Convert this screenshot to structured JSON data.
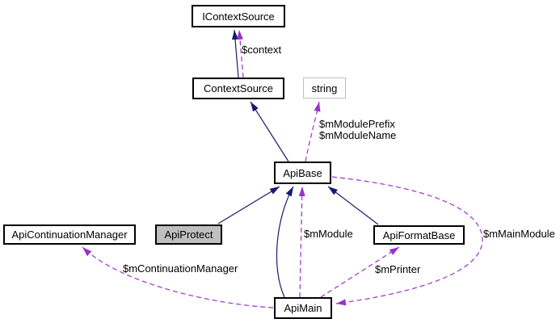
{
  "diagram": {
    "type": "uml-collaboration-graph",
    "background": "#ffffff",
    "colors": {
      "inheritance": "#191970",
      "usage": "#9a32cd",
      "node_border": "#000000",
      "node_fill": "#ffffff",
      "selected_fill": "#bfbfbf",
      "external_border": "#bebebe",
      "text": "#000000"
    },
    "nodes": [
      {
        "id": "icontextsource",
        "label": "IContextSource",
        "style": "normal"
      },
      {
        "id": "contextsource",
        "label": "ContextSource",
        "style": "normal"
      },
      {
        "id": "string",
        "label": "string",
        "style": "external"
      },
      {
        "id": "apibase",
        "label": "ApiBase",
        "style": "normal"
      },
      {
        "id": "apicontinuationmanager",
        "label": "ApiContinuationManager",
        "style": "normal"
      },
      {
        "id": "apiprotect",
        "label": "ApiProtect",
        "style": "selected"
      },
      {
        "id": "apiformatbase",
        "label": "ApiFormatBase",
        "style": "normal"
      },
      {
        "id": "apimain",
        "label": "ApiMain",
        "style": "normal"
      }
    ],
    "labels": [
      {
        "id": "context",
        "text": "$context"
      },
      {
        "id": "mmoduleprefix",
        "text": "$mModulePrefix"
      },
      {
        "id": "mmodulename",
        "text": "$mModuleName"
      },
      {
        "id": "mmodule",
        "text": "$mModule"
      },
      {
        "id": "mmainmodule",
        "text": "$mMainModule"
      },
      {
        "id": "mprinter",
        "text": "$mPrinter"
      },
      {
        "id": "mcontinuationmanager",
        "text": "$mContinuationManager"
      }
    ],
    "edges": [
      {
        "from": "ContextSource",
        "to": "IContextSource",
        "type": "inheritance"
      },
      {
        "from": "ContextSource",
        "to": "IContextSource",
        "type": "usage",
        "label": "$context"
      },
      {
        "from": "ApiBase",
        "to": "ContextSource",
        "type": "inheritance"
      },
      {
        "from": "ApiBase",
        "to": "string",
        "type": "usage",
        "label": "$mModulePrefix\n$mModuleName"
      },
      {
        "from": "ApiProtect",
        "to": "ApiBase",
        "type": "inheritance"
      },
      {
        "from": "ApiFormatBase",
        "to": "ApiBase",
        "type": "inheritance"
      },
      {
        "from": "ApiMain",
        "to": "ApiBase",
        "type": "inheritance"
      },
      {
        "from": "ApiMain",
        "to": "ApiBase",
        "type": "usage",
        "label": "$mModule"
      },
      {
        "from": "ApiBase",
        "to": "ApiMain",
        "type": "usage",
        "label": "$mMainModule"
      },
      {
        "from": "ApiMain",
        "to": "ApiFormatBase",
        "type": "usage",
        "label": "$mPrinter"
      },
      {
        "from": "ApiMain",
        "to": "ApiContinuationManager",
        "type": "usage",
        "label": "$mContinuationManager"
      }
    ]
  }
}
